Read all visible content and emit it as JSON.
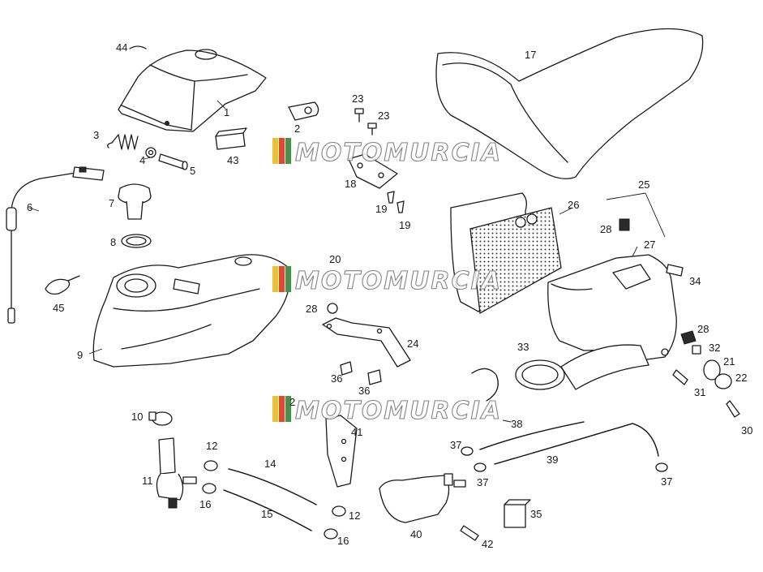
{
  "watermark": {
    "text": "MOTOMURCIA",
    "stripe_colors": [
      "#e8c23a",
      "#d94a3a",
      "#4c8f4c"
    ]
  },
  "callouts": {
    "c44": "44",
    "c1": "1",
    "c2": "2",
    "c3": "3",
    "c4": "4",
    "c5": "5",
    "c43": "43",
    "c6": "6",
    "c7": "7",
    "c8": "8",
    "c45": "45",
    "c9": "9",
    "c10": "10",
    "c11": "11",
    "c12a": "12",
    "c16a": "16",
    "c14": "14",
    "c15": "15",
    "c12b": "12",
    "c16b": "16",
    "c40": "40",
    "c42": "42",
    "c35": "35",
    "c37a": "37",
    "c37b": "37",
    "c37c": "37",
    "c38": "38",
    "c39": "39",
    "c33": "33",
    "c17": "17",
    "c23a": "23",
    "c23b": "23",
    "c18": "18",
    "c19a": "19",
    "c19b": "19",
    "c20": "20",
    "c28a": "28",
    "c24": "24",
    "c36a": "36",
    "c36b": "36",
    "c2b": "2",
    "c41": "41",
    "c25": "25",
    "c26": "26",
    "c28b": "28",
    "c27": "27",
    "c34": "34",
    "c28c": "28",
    "c32": "32",
    "c21": "21",
    "c22": "22",
    "c31": "31",
    "c30": "30"
  }
}
